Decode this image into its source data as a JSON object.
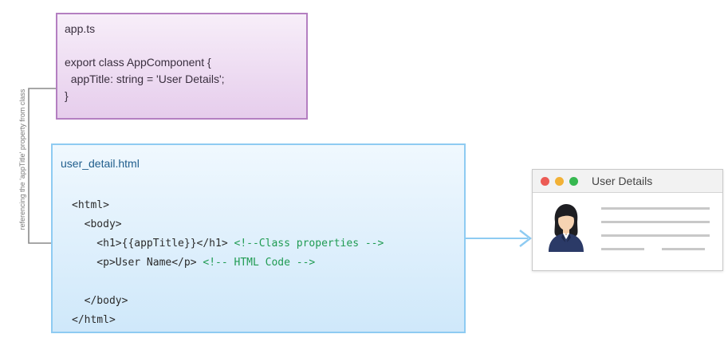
{
  "ts_file": {
    "filename": "app.ts",
    "lines": [
      "",
      "export class AppComponent {",
      "  appTitle: string = 'User Details';",
      "}"
    ]
  },
  "html_file": {
    "filename": "user_detail.html",
    "lines": [
      {
        "code": "<html>",
        "comment": ""
      },
      {
        "code": "  <body>",
        "comment": ""
      },
      {
        "code": "    <h1>{{appTitle}}</h1> ",
        "comment": "<!--Class properties -->"
      },
      {
        "code": "    <p>User Name</p> ",
        "comment": "<!-- HTML Code -->"
      },
      {
        "code": "",
        "comment": ""
      },
      {
        "code": "  </body>",
        "comment": ""
      },
      {
        "code": "</html>",
        "comment": ""
      }
    ]
  },
  "side_label": "referencing the 'appTitle' property from class",
  "browser": {
    "title": "User Details",
    "avatar_icon": "user-avatar-icon"
  },
  "colors": {
    "ts_border": "#b47fc1",
    "html_border": "#8ecbf2",
    "arrow": "#8ecbf2",
    "connector": "#8a8a8a",
    "comment": "#1f9b52"
  }
}
